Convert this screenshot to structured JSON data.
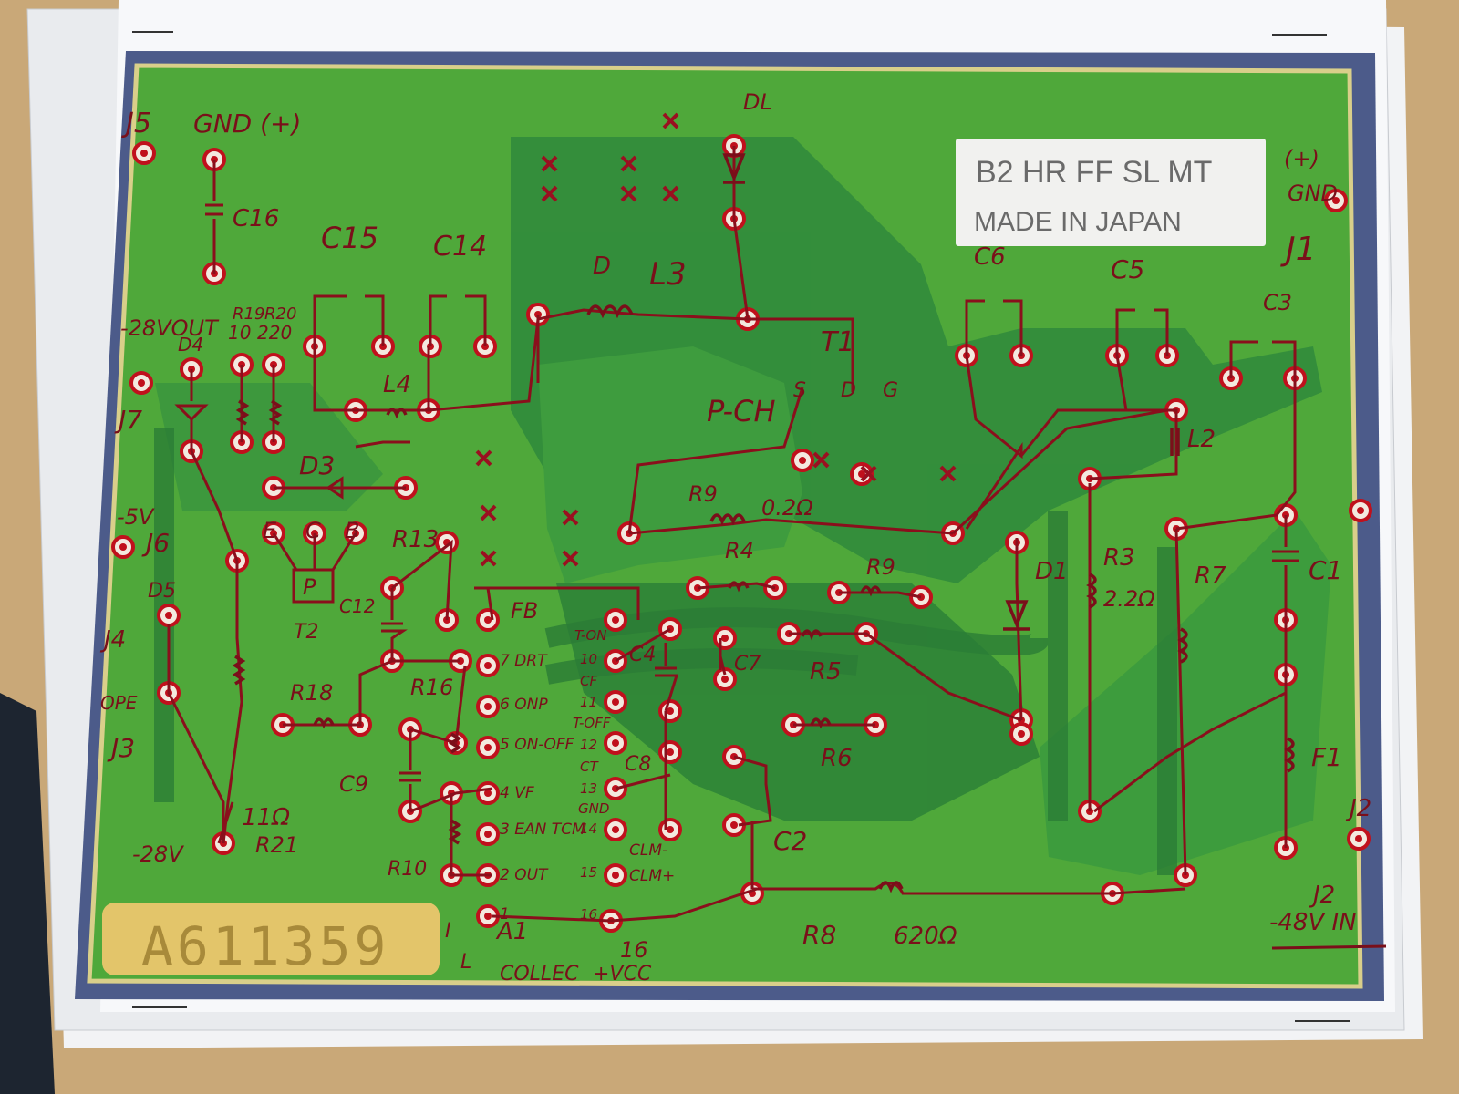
{
  "board": {
    "serial": "A611359",
    "made_in": "MADE IN JAPAN",
    "sticker_marks": "B2 HR FF SL MT"
  },
  "labels": {
    "j5": "J5",
    "gnd_plus": "GND (+)",
    "c16": "C16",
    "c15": "C15",
    "c14": "C14",
    "l3": "L3",
    "d_circle": "D",
    "dl": "DL",
    "t1": "T1",
    "c6": "C6",
    "c5": "C5",
    "c3": "C3",
    "j1": "J1",
    "plus_gnd_j1": "(+)",
    "gnd_j1": "GND",
    "m28vout": "-28VOUT",
    "r19": "R19",
    "r20": "R20",
    "v10": "10",
    "v220": "220",
    "d4": "D4",
    "j7": "J7",
    "l4": "L4",
    "d3": "D3",
    "pch": "P-CH",
    "s": "S",
    "d": "D",
    "g": "G",
    "l2": "L2",
    "m5v": "-5V",
    "j6": "J6",
    "e": "E",
    "c": "C",
    "b": "B",
    "p": "P",
    "t2": "T2",
    "r13": "R13",
    "c12": "C12",
    "fb": "FB",
    "r9a": "R9",
    "r9_val": "0.2Ω",
    "r4": "R4",
    "r9b": "R9",
    "d1": "D1",
    "r3": "R3",
    "r3_val": "2.2Ω",
    "r7": "R7",
    "c1": "C1",
    "d5": "D5",
    "j4": "J4",
    "ope": "OPE",
    "j3": "J3",
    "r18": "R18",
    "r16": "R16",
    "c9": "C9",
    "r10": "R10",
    "p7": "7 DRT",
    "p6": "6 ONP",
    "p5": "5 ON-OFF",
    "p4": "4 VF",
    "p3": "3 EAN TCM",
    "p2": "2 OUT",
    "p1": "1",
    "pt_on": "T-ON",
    "p10": "10",
    "p_cf": "CF",
    "p11": "11",
    "pt_off": "T-OFF",
    "p12": "12",
    "p_ct": "CT",
    "p13": "13",
    "p_gnd": "GND",
    "p14": "14",
    "p15": "15",
    "p16": "16",
    "c4": "C4",
    "c8": "C8",
    "c7": "C7",
    "r5": "R5",
    "r6": "R6",
    "clm_minus": "CLM-",
    "clm_plus": "CLM+",
    "c2": "C2",
    "r8": "R8",
    "r8_val": "620Ω",
    "f1": "F1",
    "j2_top": "J2",
    "j2": "J2",
    "in48": "-48V IN",
    "r21": "R21",
    "r21_val": "11Ω",
    "m28v": "-28V",
    "a1": "A1",
    "n16": "16",
    "l_mark": "L",
    "collec": "COLLEC",
    "vcc": "+VCC",
    "i_mark": "I"
  },
  "colors": {
    "board": "#4fa83a",
    "trace": "#2f7f3a",
    "ink": "#7a0f1a",
    "frame": "#4a5a86",
    "paper": "#eef0f2",
    "serial_patch": "#e3c56a"
  }
}
